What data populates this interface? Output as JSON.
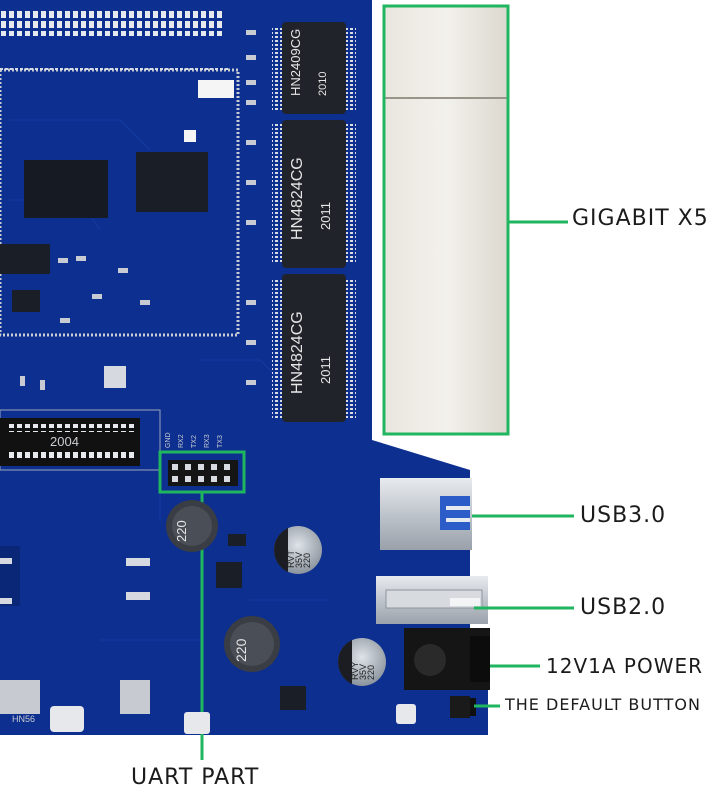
{
  "labels": {
    "gigabit": "GIGABIT X5",
    "usb3": "USB3.0",
    "usb2": "USB2.0",
    "power": "12V1A POWER",
    "button": "THE DEFAULT BUTTON",
    "uart": "UART PART"
  },
  "chips": {
    "transformer_top": [
      "HN2409CG",
      "2010"
    ],
    "transformer_mid": [
      "HN4824CG",
      "2011"
    ],
    "transformer_bot": [
      "HN4824CG",
      "2011"
    ],
    "inductor_a": "220",
    "inductor_b": "220",
    "cap_a": [
      "220",
      "35V",
      "RVT"
    ],
    "cap_b": [
      "220",
      "35V",
      "RVY"
    ],
    "m2_slot": "2004",
    "connector": "HN56",
    "header_pins": [
      "GND",
      "RX2",
      "TX2",
      "RX3",
      "TX3"
    ]
  },
  "colors": {
    "board": "#0d2f8f",
    "board_dark": "#0a2676",
    "callout": "#1fb65f",
    "label": "#1b1b1b"
  }
}
